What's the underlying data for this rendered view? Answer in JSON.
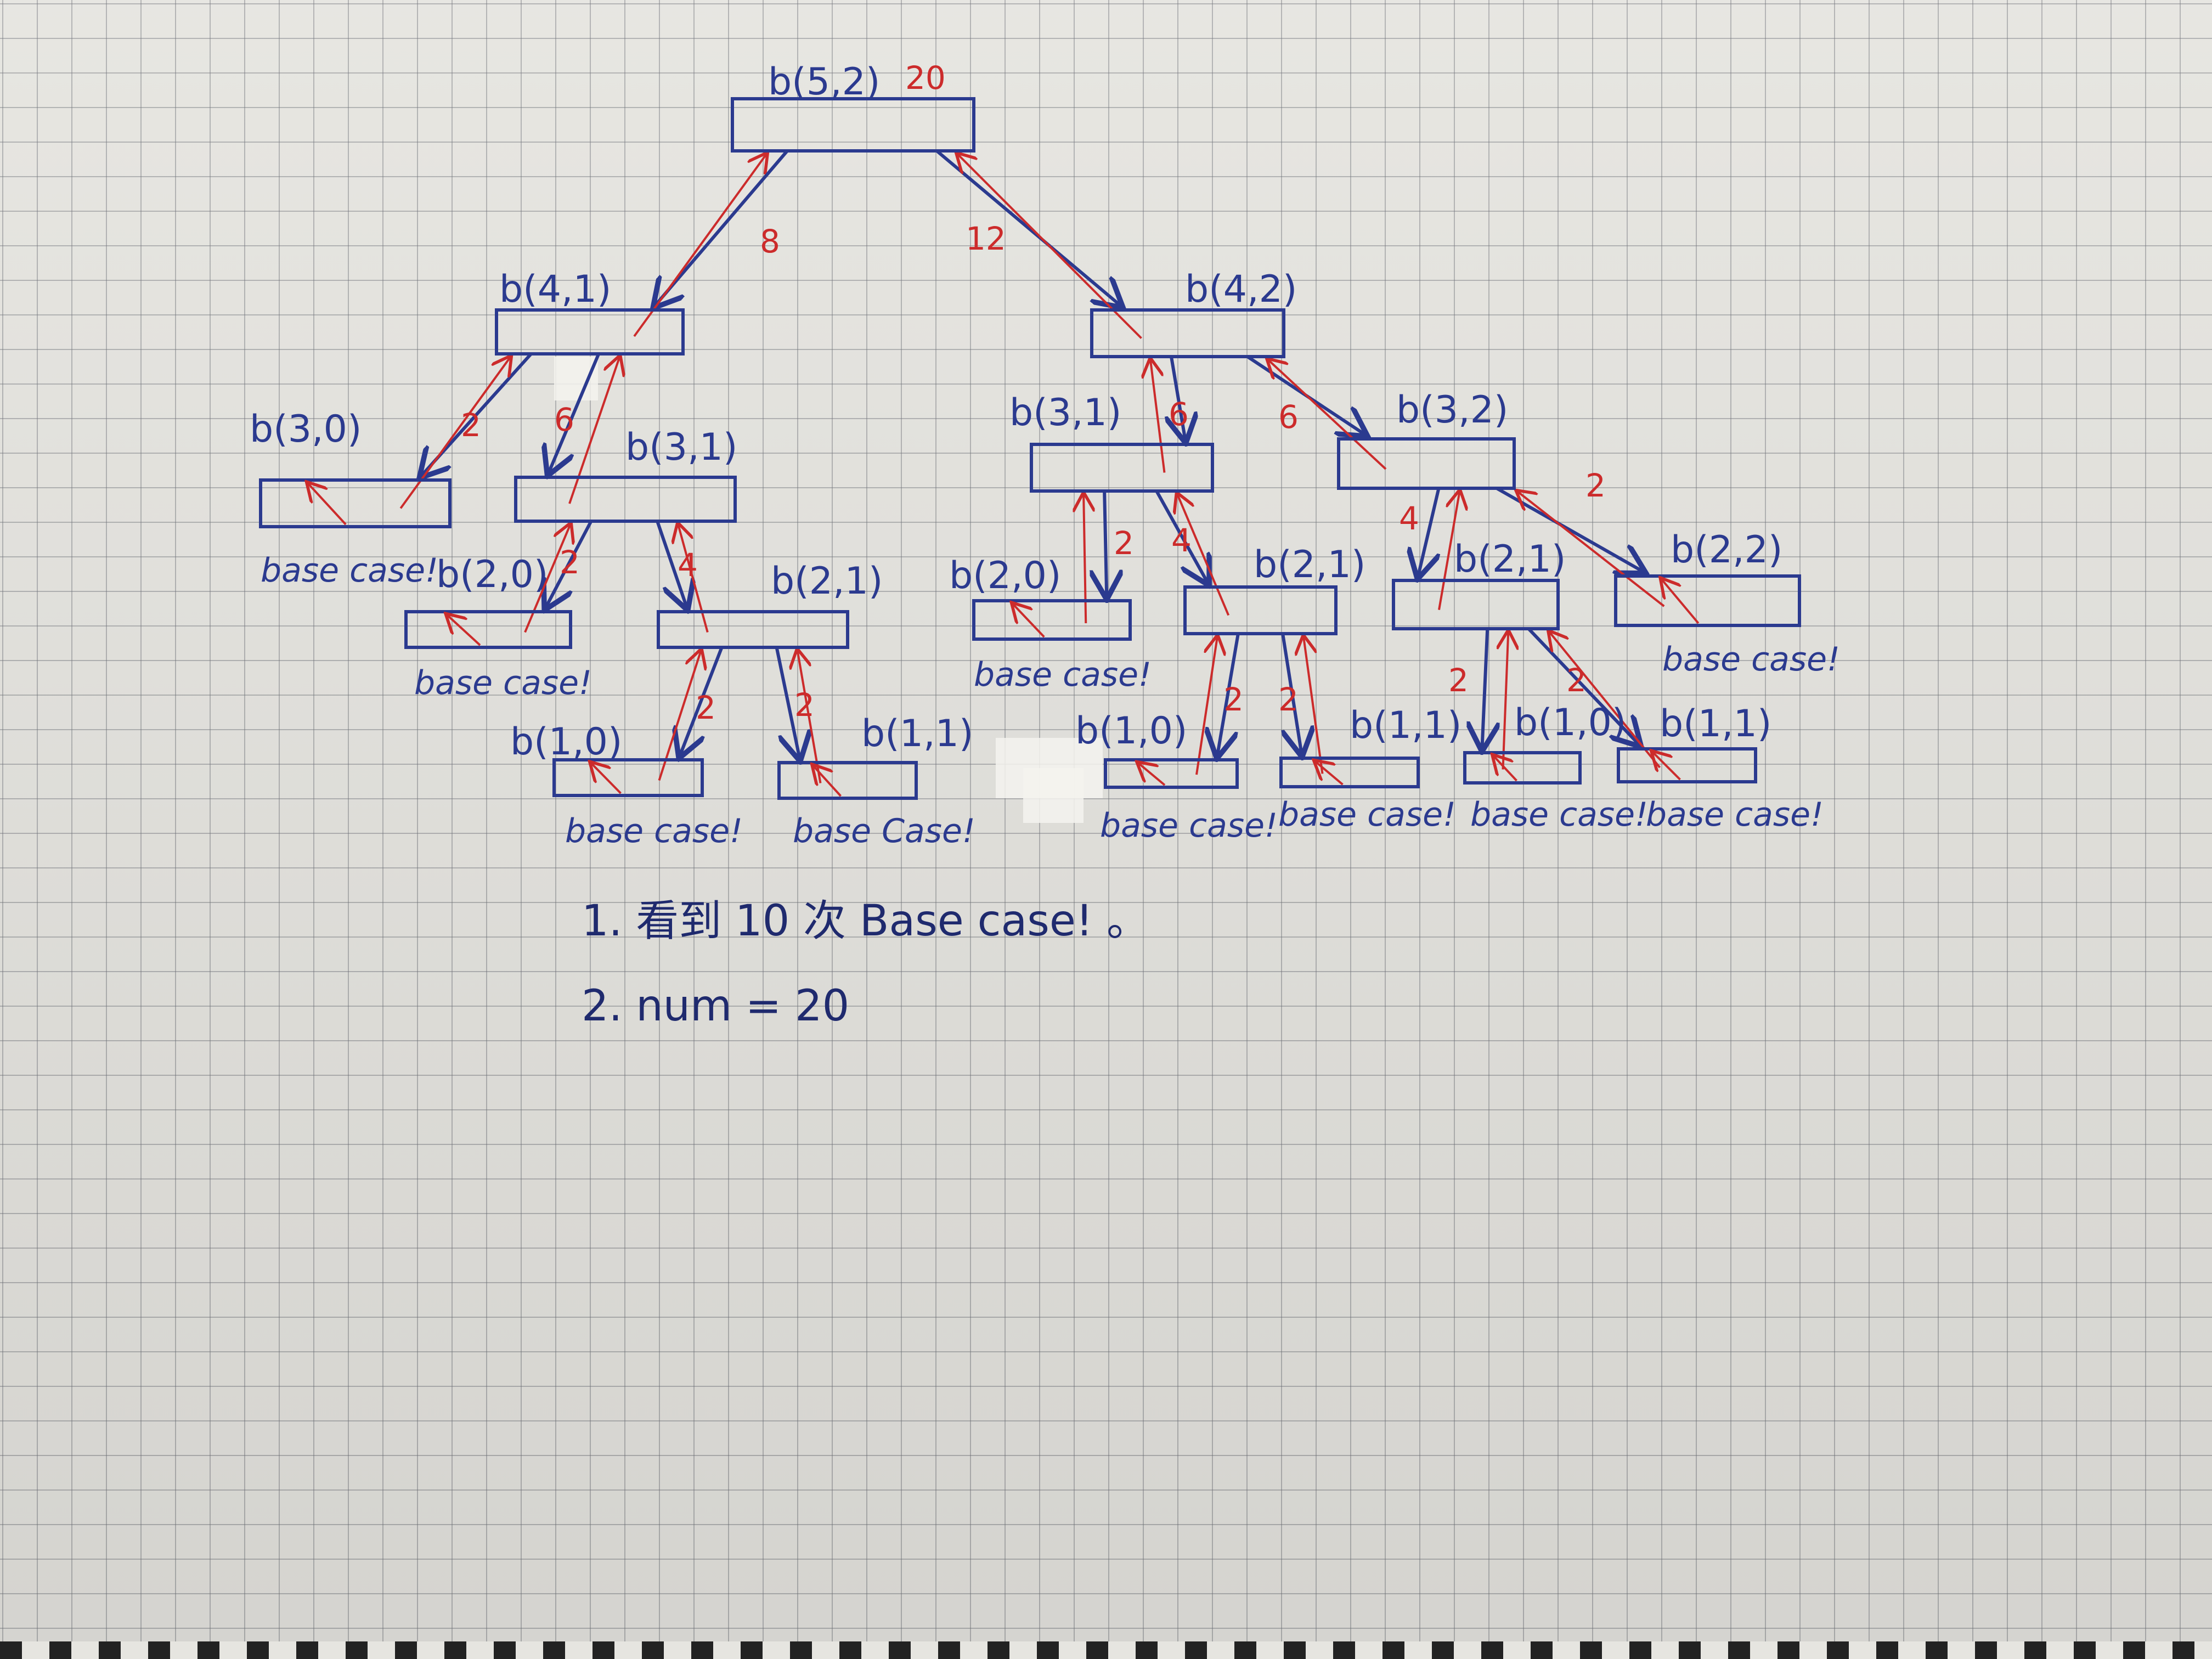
{
  "colors": {
    "call_arrow": "#2b3a8f",
    "return_arrow": "#cc2b2b",
    "paper": "#e6e5e0",
    "grid": "#6e7078"
  },
  "nodes": [
    {
      "id": "b52",
      "label": "b(5,2)",
      "value": "20"
    },
    {
      "id": "b41",
      "label": "b(4,1)"
    },
    {
      "id": "b42",
      "label": "b(4,2)"
    },
    {
      "id": "b30",
      "label": "b(3,0)",
      "note": "base case!"
    },
    {
      "id": "b31a",
      "label": "b(3,1)"
    },
    {
      "id": "b31b",
      "label": "b(3,1)"
    },
    {
      "id": "b32",
      "label": "b(3,2)"
    },
    {
      "id": "b20a",
      "label": "b(2,0)",
      "note": "base case!"
    },
    {
      "id": "b21a",
      "label": "b(2,1)"
    },
    {
      "id": "b20b",
      "label": "b(2,0)",
      "note": "base case!"
    },
    {
      "id": "b21b",
      "label": "b(2,1)"
    },
    {
      "id": "b21c",
      "label": "b(2,1)"
    },
    {
      "id": "b22",
      "label": "b(2,2)",
      "note": "base case!"
    },
    {
      "id": "b10a",
      "label": "b(1,0)",
      "note": "base case!"
    },
    {
      "id": "b11a",
      "label": "b(1,1)",
      "note": "base Case!"
    },
    {
      "id": "b10b",
      "label": "b(1,0)",
      "note": "base case!"
    },
    {
      "id": "b11b",
      "label": "b(1,1)",
      "note": "base case!"
    },
    {
      "id": "b10c",
      "label": "b(1,0)",
      "note": "base case!"
    },
    {
      "id": "b11c",
      "label": "b(1,1)",
      "note": "base case!"
    }
  ],
  "edges": [
    {
      "from": "b52",
      "to": "b41",
      "return": "8"
    },
    {
      "from": "b52",
      "to": "b42",
      "return": "12"
    },
    {
      "from": "b41",
      "to": "b30",
      "return": "2"
    },
    {
      "from": "b41",
      "to": "b31a",
      "return": "6"
    },
    {
      "from": "b31a",
      "to": "b20a",
      "return": "2"
    },
    {
      "from": "b31a",
      "to": "b21a",
      "return": "4"
    },
    {
      "from": "b21a",
      "to": "b10a",
      "return": "2"
    },
    {
      "from": "b21a",
      "to": "b11a",
      "return": "2"
    },
    {
      "from": "b42",
      "to": "b31b",
      "return": "6"
    },
    {
      "from": "b42",
      "to": "b32",
      "return": "6"
    },
    {
      "from": "b31b",
      "to": "b20b",
      "return": "2"
    },
    {
      "from": "b31b",
      "to": "b21b",
      "return": "4"
    },
    {
      "from": "b21b",
      "to": "b10b",
      "return": "2"
    },
    {
      "from": "b21b",
      "to": "b11b",
      "return": "2"
    },
    {
      "from": "b32",
      "to": "b21c",
      "return": "4"
    },
    {
      "from": "b32",
      "to": "b22",
      "return": "2"
    },
    {
      "from": "b21c",
      "to": "b10c",
      "return": "2"
    },
    {
      "from": "b21c",
      "to": "b11c",
      "return": "2"
    }
  ],
  "notes": [
    "1. 看到 10 次 Base case! 。",
    "2.  num = 20"
  ]
}
